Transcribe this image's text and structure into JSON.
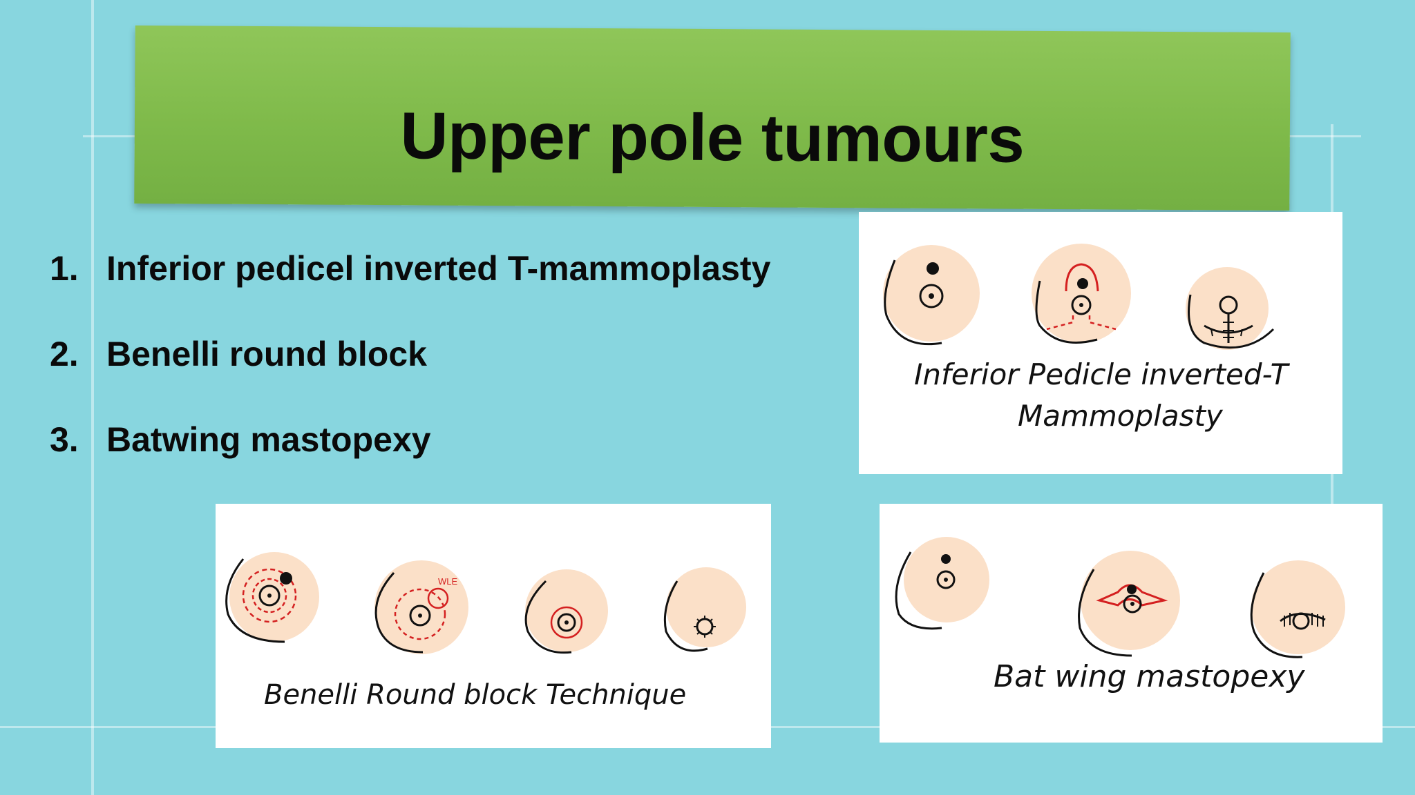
{
  "slide": {
    "title": "Upper pole tumours",
    "items": [
      {
        "number": "1.",
        "text": "Inferior pedicel inverted T-mammoplasty"
      },
      {
        "number": "2.",
        "text": "Benelli round block"
      },
      {
        "number": "3.",
        "text": "Batwing mastopexy"
      }
    ]
  },
  "diagrams": {
    "inferior": {
      "line1": "Inferior  Pedicle  inverted-T",
      "line2": "Mammoplasty"
    },
    "benelli": {
      "caption": "Benelli  Round  block  Technique",
      "annotation": "WLE"
    },
    "batwing": {
      "caption": "Bat  wing  mastopexy"
    }
  },
  "colors": {
    "background": "#88d6df",
    "banner": "#7fba4a",
    "skin": "#fbe0c8",
    "incision": "#d42020"
  }
}
